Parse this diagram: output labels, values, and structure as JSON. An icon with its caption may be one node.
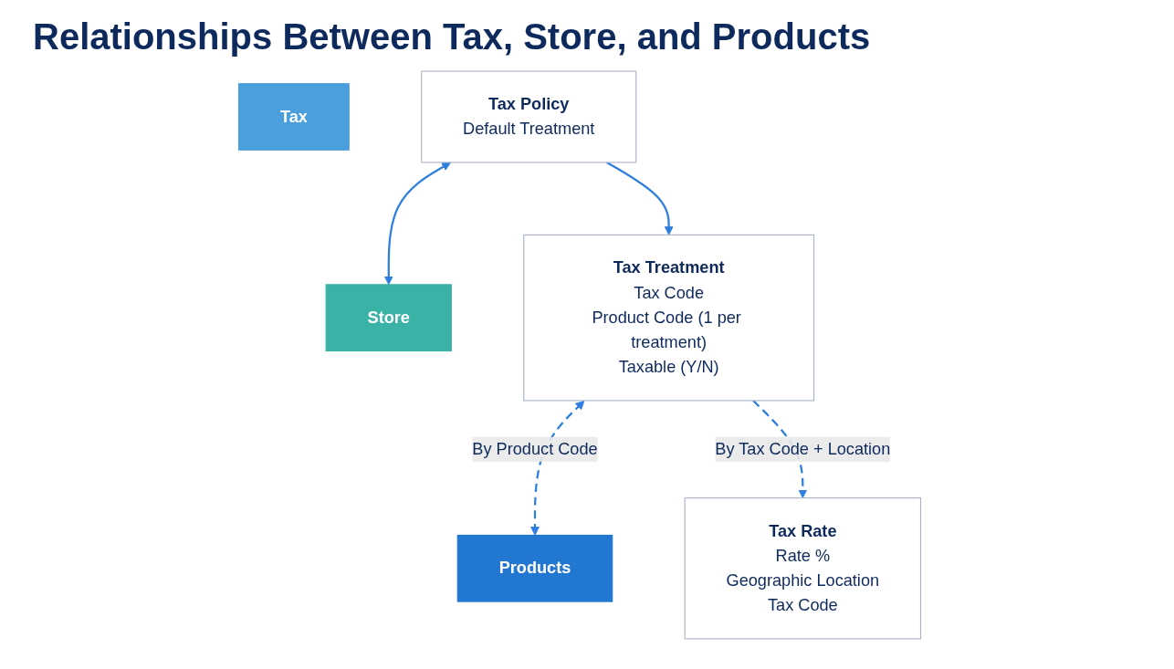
{
  "diagram": {
    "title": "Relationships Between Tax, Store, and Products",
    "nodes": [
      {
        "text": [
          "Tax"
        ]
      },
      {
        "text": [
          "Tax Policy",
          "Default Treatment"
        ]
      },
      {
        "text": [
          "Store"
        ]
      },
      {
        "text": [
          "Tax Treatment",
          "Tax Code",
          "Product Code (1 per treatment)",
          "Taxable (Y/N)"
        ]
      },
      {
        "text": [
          "Products"
        ]
      },
      {
        "text": [
          "Tax Rate",
          "Rate %",
          "Geographic Location",
          "Tax Code"
        ]
      }
    ],
    "edges": [
      {
        "from": 1,
        "to": 2,
        "arrow": "both"
      },
      {
        "from": 1,
        "to": 3,
        "arrow": "to"
      },
      {
        "from": 3,
        "to": 4,
        "arrow": "both",
        "style": "dashed",
        "label": "By Product Code"
      },
      {
        "from": 3,
        "to": 5,
        "arrow": "to",
        "style": "dashed",
        "label": "By Tax Code + Location"
      }
    ]
  }
}
